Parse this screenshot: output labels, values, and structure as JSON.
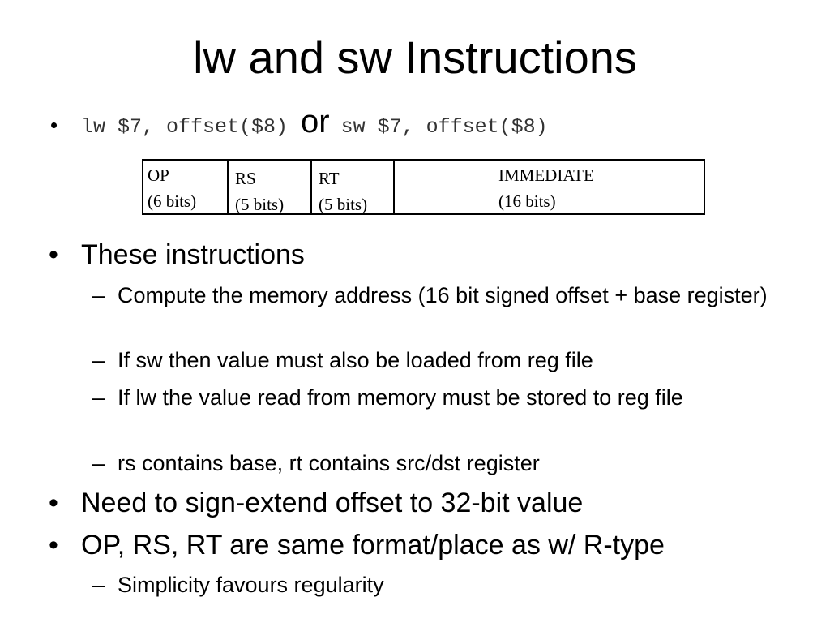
{
  "slide": {
    "title": "lw and sw Instructions",
    "code_bullet": {
      "bullet": "•",
      "lw_code": "lw $7, offset($8)",
      "or_word": "or",
      "sw_code": "sw $7, offset($8)"
    },
    "format_table": {
      "fields": [
        {
          "name": "OP",
          "bits": "(6 bits)"
        },
        {
          "name": "RS",
          "bits": "(5 bits)"
        },
        {
          "name": "RT",
          "bits": "(5 bits)"
        },
        {
          "name": "IMMEDIATE",
          "bits": "(16 bits)"
        }
      ]
    },
    "bullets": [
      {
        "mark": "•",
        "text": "These instructions"
      },
      {
        "mark": "–",
        "text": "Compute the memory address (16 bit signed offset + base register)"
      },
      {
        "mark": "–",
        "text": "If sw then value must also be loaded from reg file"
      },
      {
        "mark": "–",
        "text": "If lw the value read from memory must be stored to reg file"
      },
      {
        "mark": "–",
        "text": "rs contains base, rt contains src/dst register"
      },
      {
        "mark": "•",
        "text": "Need to sign-extend offset to 32-bit value"
      },
      {
        "mark": "•",
        "text": "OP, RS, RT are same format/place as w/ R-type"
      },
      {
        "mark": "–",
        "text": "Simplicity favours regularity"
      }
    ]
  }
}
